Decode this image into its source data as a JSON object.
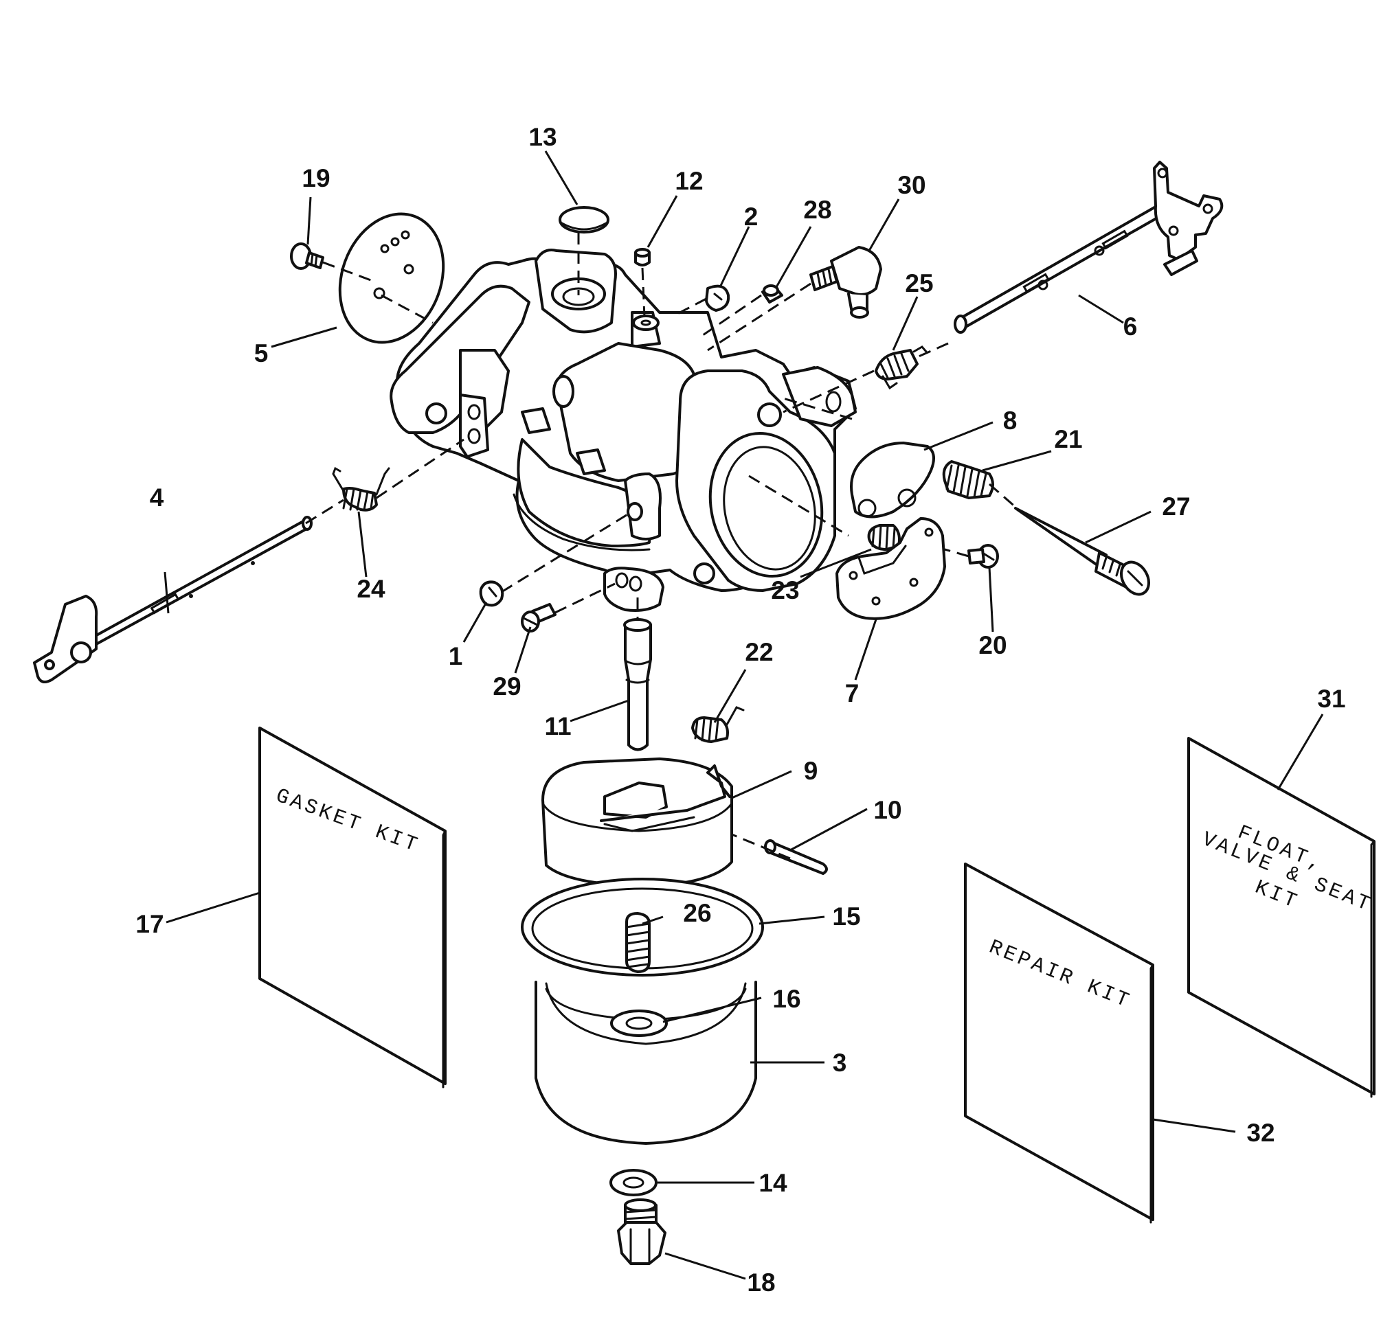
{
  "callouts": [
    "1",
    "2",
    "3",
    "4",
    "5",
    "6",
    "7",
    "8",
    "9",
    "10",
    "11",
    "12",
    "13",
    "14",
    "15",
    "16",
    "17",
    "18",
    "19",
    "20",
    "21",
    "22",
    "23",
    "24",
    "25",
    "26",
    "27",
    "28",
    "29",
    "30",
    "31",
    "32"
  ],
  "kits": {
    "gasket": {
      "lines": [
        "GASKET KIT"
      ]
    },
    "repair": {
      "lines": [
        "REPAIR KIT"
      ]
    },
    "float": {
      "lines": [
        "FLOAT,",
        "VALVE & SEAT",
        "KIT"
      ]
    }
  },
  "colors": {
    "ink": "#111111",
    "paper": "#ffffff"
  }
}
